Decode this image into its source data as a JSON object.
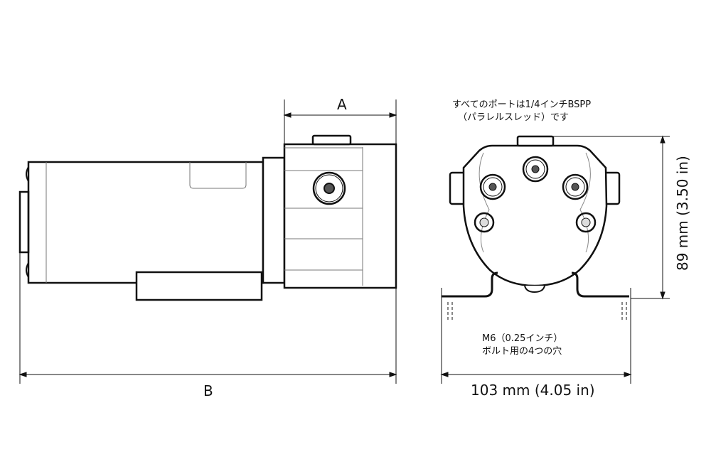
{
  "labels": {
    "dim_a": "A",
    "dim_b": "B",
    "height": "89 mm (3.50 in)",
    "width": "103 mm (4.05 in)",
    "ports_note_line1": "すべてのポートは1/4インチBSPP",
    "ports_note_line2": "（パラレルスレッド）です",
    "bolt_note_line1": "M6（0.25インチ）",
    "bolt_note_line2": "ボルト用の4つの穴"
  }
}
